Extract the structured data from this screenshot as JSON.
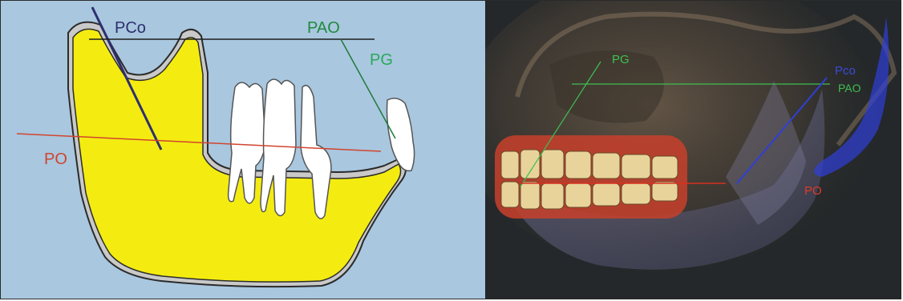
{
  "left_panel": {
    "labels": {
      "pco": "PCo",
      "pao": "PAO",
      "pg": "PG",
      "po": "PO"
    },
    "colors": {
      "background": "#a9c7df",
      "bone": "#f4ec10",
      "outline": "#2b2b2b",
      "pco_line": "#2d2f6e",
      "pao_line": "#1e1e1e",
      "pg_line": "#1f7a3a",
      "po_line": "#d0452f",
      "pco_label": "#2d2f6e",
      "pao_label": "#1f8a3c",
      "pg_label": "#29a85a",
      "po_label": "#d0452f"
    }
  },
  "right_panel": {
    "labels": {
      "pg": "PG",
      "pco": "Pco",
      "pao": "PAO",
      "po": "PO"
    },
    "colors": {
      "background": "#24282a",
      "pg_line": "#3fbf4f",
      "pao_line": "#3fbf4f",
      "pco_line": "#2f3fd8",
      "po_line": "#d83020",
      "pg_label": "#3fbf4f",
      "pco_label": "#3a4ad8",
      "pao_label": "#3fbf4f",
      "po_label": "#e03a2a"
    }
  }
}
